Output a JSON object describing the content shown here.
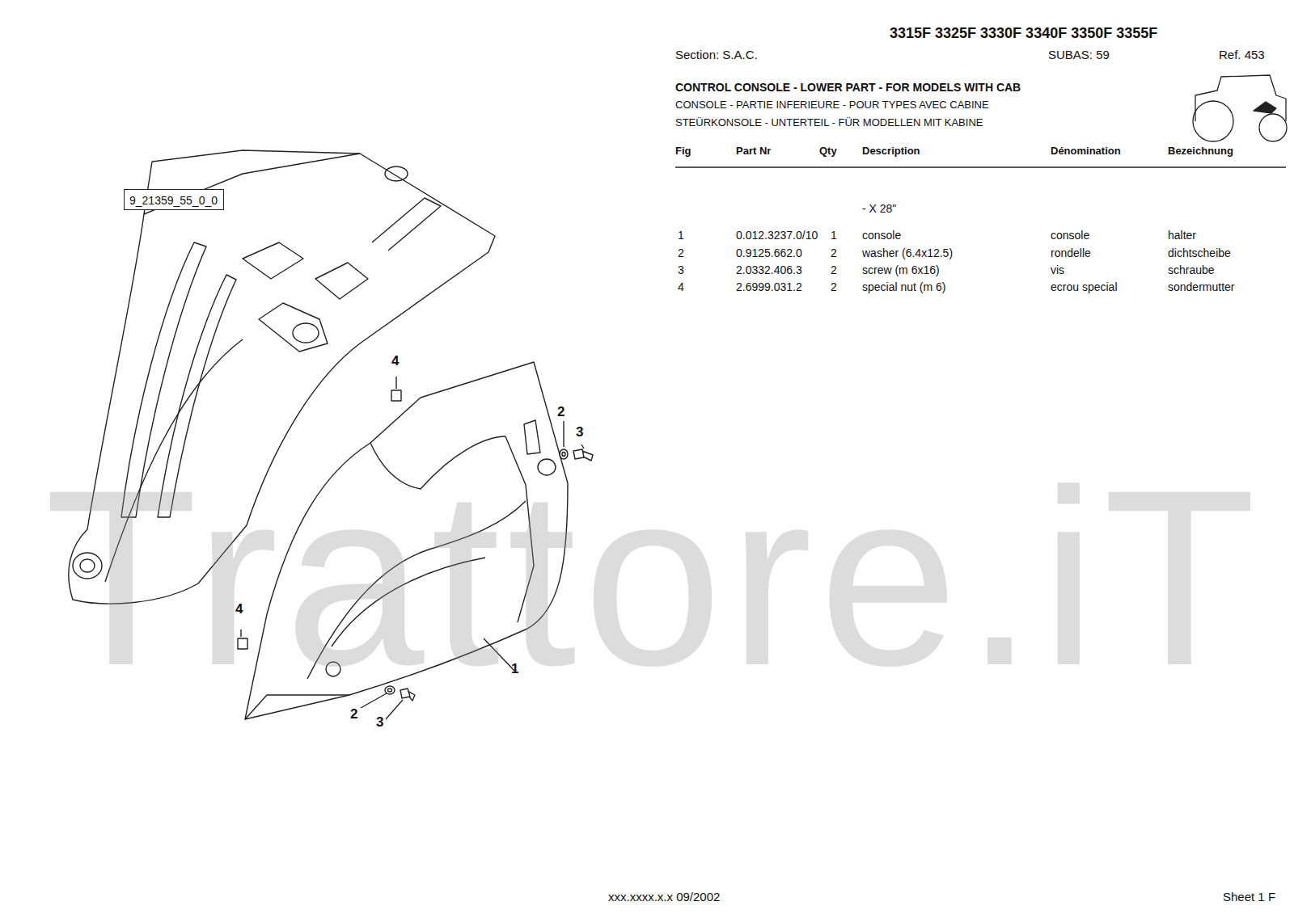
{
  "diagram": {
    "title": "CONTROL CONSOLE - LOWER PART - FOR MODELS WITH CAB",
    "nodes": [
      {
        "text": [
          "9_21359_55_0_0"
        ]
      }
    ],
    "labels": [
      "3315F 3325F 3330F 3340F 3350F 3355F",
      "Section: S.A.C.",
      "SUBAS: 59",
      "Ref. 453",
      "CONSOLE - PARTIE INFERIEURE - POUR TYPES AVEC CABINE",
      "STEÜRKONSOLE - UNTERTEIL - FÜR MODELLEN MIT KABINE",
      "Fig",
      "Part Nr",
      "Qty",
      "Description",
      "Dénomination",
      "Bezeichnung",
      "- X 28\"",
      "1",
      "0.012.3237.0/10",
      "1",
      "console",
      "console",
      "halter",
      "2",
      "0.9125.662.0",
      "2",
      "washer (6.4x12.5)",
      "rondelle",
      "dichtscheibe",
      "3",
      "2.0332.406.3",
      "2",
      "screw (m 6x16)",
      "vis",
      "schraube",
      "4",
      "2.6999.031.2",
      "2",
      "special nut (m 6)",
      "ecrou special",
      "sondermutter",
      "4",
      "2",
      "3",
      "4",
      "2",
      "3",
      "1",
      "Trattore.iT",
      "xxx.xxxx.x.x 09/2002",
      "Sheet 1 F"
    ]
  }
}
